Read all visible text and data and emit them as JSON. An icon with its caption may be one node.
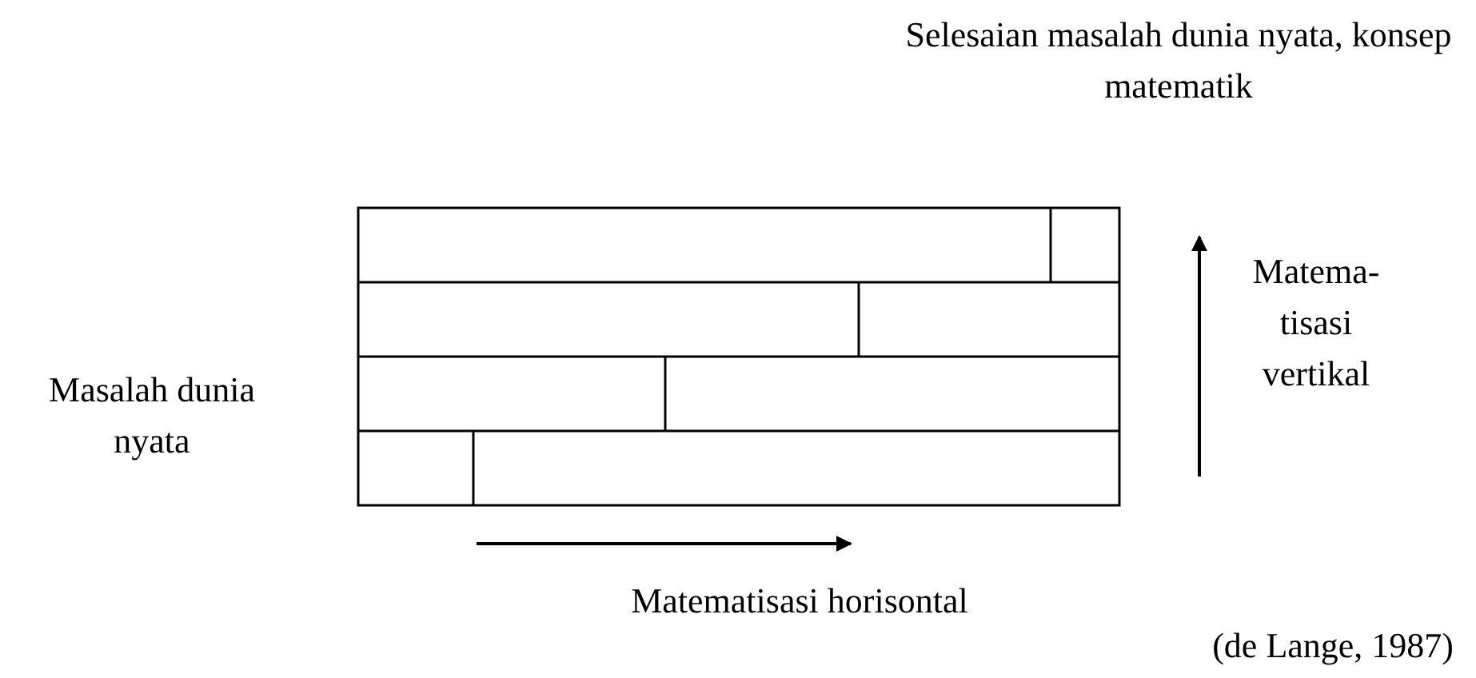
{
  "diagram": {
    "caption": "(de Lange, 1987)",
    "labels": [
      "Selesaian masalah dunia nyata, konsep matematik",
      "Masalah dunia nyata",
      "Matema-tisasi vertikal",
      "Matematisasi horisontal"
    ]
  }
}
